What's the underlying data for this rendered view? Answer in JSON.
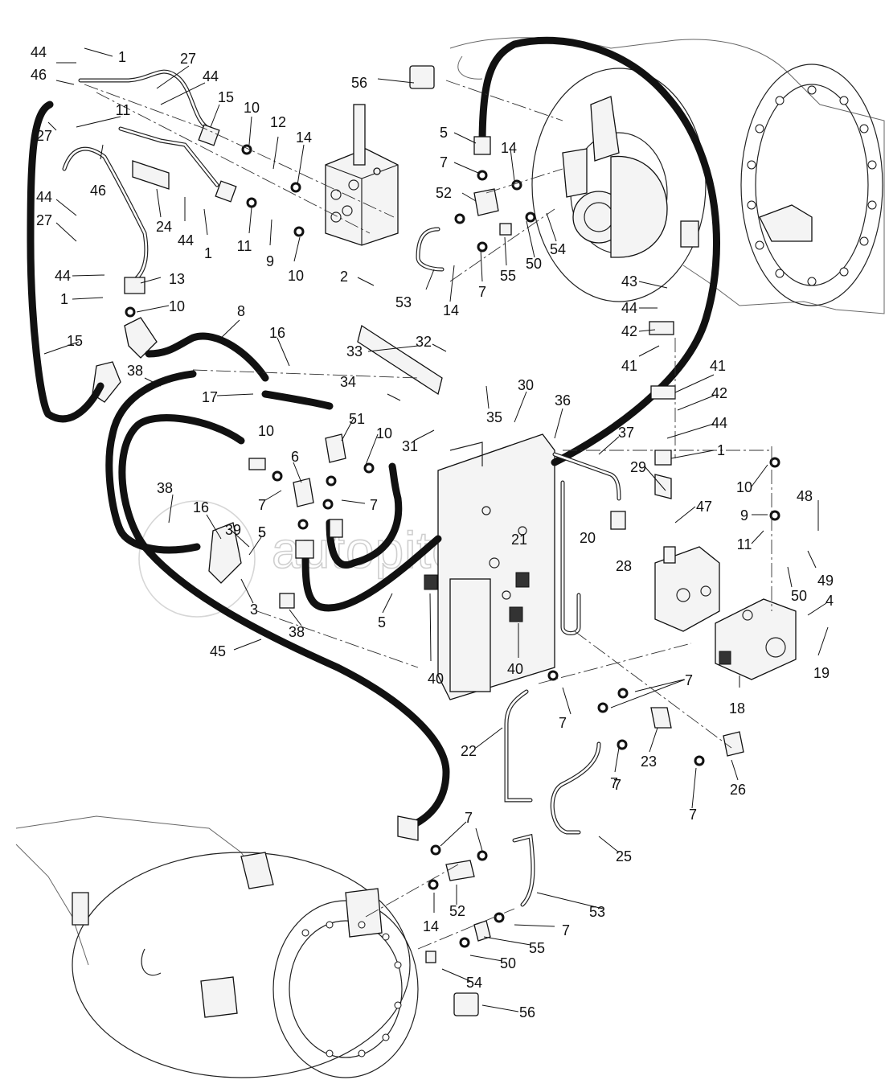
{
  "watermark": "autopiter.ru",
  "callouts": [
    "1",
    "27",
    "44",
    "46",
    "44",
    "15",
    "10",
    "12",
    "14",
    "11",
    "27",
    "46",
    "24",
    "44",
    "1",
    "11",
    "9",
    "10",
    "44",
    "27",
    "44",
    "13",
    "1",
    "10",
    "15",
    "8",
    "16",
    "17",
    "38",
    "56",
    "5",
    "7",
    "14",
    "52",
    "54",
    "50",
    "55",
    "7",
    "14",
    "53",
    "2",
    "43",
    "44",
    "42",
    "41",
    "33",
    "32",
    "34",
    "35",
    "31",
    "30",
    "36",
    "37",
    "41",
    "42",
    "44",
    "1",
    "29",
    "47",
    "10",
    "48",
    "9",
    "11",
    "28",
    "49",
    "50",
    "4",
    "19",
    "18",
    "51",
    "10",
    "10",
    "6",
    "7",
    "7",
    "5",
    "21",
    "20",
    "38",
    "16",
    "39",
    "5",
    "3",
    "38",
    "45",
    "40",
    "40",
    "5",
    "7",
    "7",
    "22",
    "7",
    "23",
    "7",
    "26",
    "25",
    "7",
    "7",
    "52",
    "53",
    "14",
    "55",
    "7",
    "50",
    "54",
    "56"
  ]
}
